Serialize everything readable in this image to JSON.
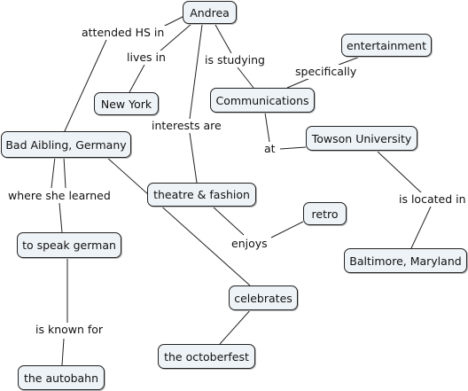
{
  "nodes": {
    "andrea": "Andrea",
    "entertainment": "entertainment",
    "new_york": "New York",
    "communications": "Communications",
    "bad_aibling": "Bad Aibling, Germany",
    "towson": "Towson University",
    "theatre_fashion": "theatre & fashion",
    "retro": "retro",
    "speak_german": "to speak german",
    "baltimore": "Baltimore, Maryland",
    "celebrates": "celebrates",
    "octoberfest": "the octoberfest",
    "autobahn": "the autobahn"
  },
  "links": {
    "attended_hs": "attended HS in",
    "lives_in": "lives in",
    "is_studying": "is studying",
    "specifically": "specifically",
    "interests_are": "interests are",
    "at": "at",
    "where_learned": "where she learned",
    "is_located_in": "is located in",
    "enjoys": "enjoys",
    "is_known_for": "is known for"
  }
}
